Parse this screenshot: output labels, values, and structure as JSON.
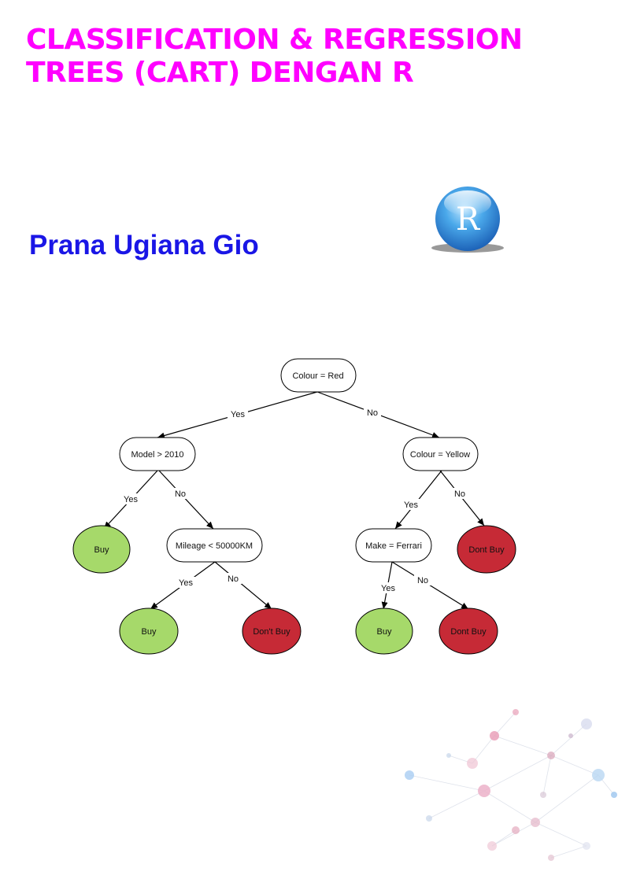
{
  "title": {
    "line1": "CLASSIFICATION & REGRESSION",
    "line2": "TREES (CART) DENGAN R"
  },
  "author": "Prana Ugiana Gio",
  "logo": {
    "letter": "R",
    "icon": "r-logo-icon"
  },
  "colors": {
    "title": "#ff00ff",
    "author": "#1a16e6",
    "buy": "#a6d96a",
    "dont_buy": "#c62a36"
  },
  "tree": {
    "nodes": {
      "root": "Colour = Red",
      "model": "Model > 2010",
      "colour_yellow": "Colour = Yellow",
      "buy_1": "Buy",
      "mileage": "Mileage < 50000KM",
      "make": "Make = Ferrari",
      "dont_buy_1": "Dont Buy",
      "buy_2": "Buy",
      "dont_buy_2": "Don't Buy",
      "buy_3": "Buy",
      "dont_buy_3": "Dont Buy"
    },
    "edges": {
      "root_yes": "Yes",
      "root_no": "No",
      "model_yes": "Yes",
      "model_no": "No",
      "yellow_yes": "Yes",
      "yellow_no": "No",
      "mileage_yes": "Yes",
      "mileage_no": "No",
      "make_yes": "Yes",
      "make_no": "No"
    }
  }
}
